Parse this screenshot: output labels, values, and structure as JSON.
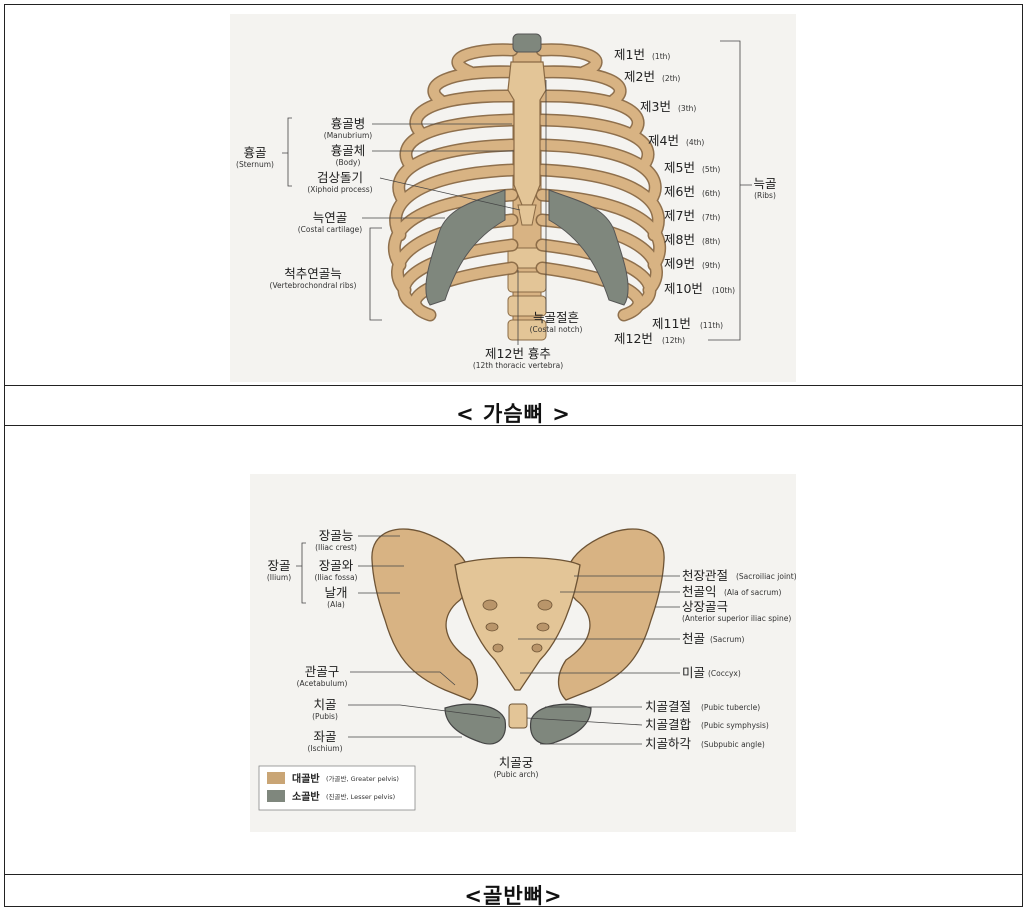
{
  "thorax": {
    "caption": "< 가슴뼈 >",
    "sternum_group": {
      "label": "흉골",
      "sub": "(Sternum)"
    },
    "manubrium": {
      "label": "흉골병",
      "sub": "(Manubrium)"
    },
    "body": {
      "label": "흉골체",
      "sub": "(Body)"
    },
    "xiphoid": {
      "label": "검상돌기",
      "sub": "(Xiphoid process)"
    },
    "costal_cartilage": {
      "label": "늑연골",
      "sub": "(Costal cartilage)"
    },
    "vertebrochondral": {
      "label": "척추연골늑",
      "sub": "(Vertebrochondral ribs)"
    },
    "costal_notch": {
      "label": "늑골절흔",
      "sub": "(Costal notch)"
    },
    "vertebra12": {
      "label": "제12번 흉추",
      "sub": "(12th thoracic vertebra)"
    },
    "ribs_group": {
      "label": "늑골",
      "sub": "(Ribs)"
    },
    "ribs": [
      {
        "label": "제1번",
        "sub": "(1th)"
      },
      {
        "label": "제2번",
        "sub": "(2th)"
      },
      {
        "label": "제3번",
        "sub": "(3th)"
      },
      {
        "label": "제4번",
        "sub": "(4th)"
      },
      {
        "label": "제5번",
        "sub": "(5th)"
      },
      {
        "label": "제6번",
        "sub": "(6th)"
      },
      {
        "label": "제7번",
        "sub": "(7th)"
      },
      {
        "label": "제8번",
        "sub": "(8th)"
      },
      {
        "label": "제9번",
        "sub": "(9th)"
      },
      {
        "label": "제10번",
        "sub": "(10th)"
      },
      {
        "label": "제11번",
        "sub": "(11th)"
      },
      {
        "label": "제12번",
        "sub": "(12th)"
      }
    ]
  },
  "pelvis": {
    "caption": "<골반뼈>",
    "ilium_group": {
      "label": "장골",
      "sub": "(Ilium)"
    },
    "iliac_crest": {
      "label": "장골능",
      "sub": "(Iliac crest)"
    },
    "iliac_fossa": {
      "label": "장골와",
      "sub": "(Iliac fossa)"
    },
    "ala": {
      "label": "날개",
      "sub": "(Ala)"
    },
    "acetabulum": {
      "label": "관골구",
      "sub": "(Acetabulum)"
    },
    "pubis": {
      "label": "치골",
      "sub": "(Pubis)"
    },
    "ischium": {
      "label": "좌골",
      "sub": "(Ischium)"
    },
    "pubic_arch": {
      "label": "치골궁",
      "sub": "(Pubic arch)"
    },
    "sacroiliac": {
      "label": "천장관절",
      "sub": "(Sacroiliac joint)"
    },
    "ala_sacrum": {
      "label": "천골익",
      "sub": "(Ala of sacrum)"
    },
    "asis": {
      "label": "상장골극",
      "sub": "(Anterior superior iliac spine)"
    },
    "sacrum": {
      "label": "천골",
      "sub": "(Sacrum)"
    },
    "coccyx": {
      "label": "미골",
      "sub": "(Coccyx)"
    },
    "pubic_tubercle": {
      "label": "치골결절",
      "sub": "(Pubic tubercle)"
    },
    "pubic_symphysis": {
      "label": "치골결합",
      "sub": "(Pubic symphysis)"
    },
    "subpubic_angle": {
      "label": "치골하각",
      "sub": "(Subpubic angle)"
    },
    "legend": [
      {
        "label": "대골반",
        "sub": "(가골반, Greater pelvis)",
        "color": "#c9a575"
      },
      {
        "label": "소골반",
        "sub": "(진골반, Lesser pelvis)",
        "color": "#7f877d"
      }
    ]
  },
  "colors": {
    "bone": "#d8b383",
    "bone_dark": "#b08a5c",
    "cartilage": "#7f877d"
  }
}
